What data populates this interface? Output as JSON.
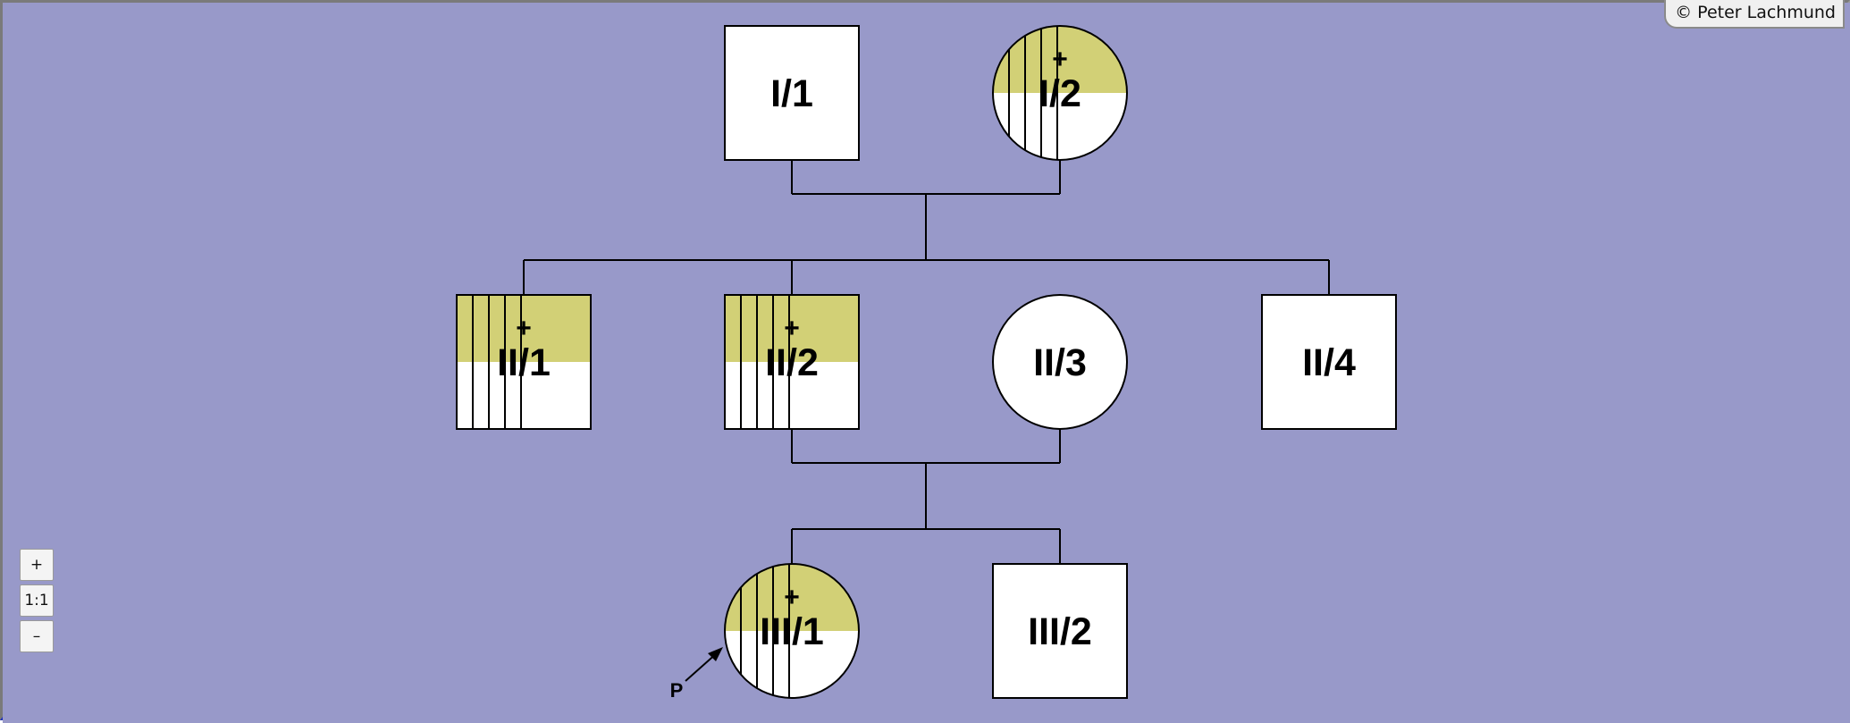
{
  "copyright": "© Peter Lachmund",
  "zoom": {
    "zoom_in": "+",
    "reset": "1:1",
    "zoom_out": "–"
  },
  "colors": {
    "background": "#9899c9",
    "affected_fill": "#d2d076",
    "unaffected_fill": "#ffffff",
    "line": "#000000"
  },
  "pedigree": {
    "individuals": [
      {
        "id": "I/1",
        "sex": "male",
        "generation": 1,
        "affected": false,
        "deceased": false,
        "stripes": 0,
        "proband": false
      },
      {
        "id": "I/2",
        "sex": "female",
        "generation": 1,
        "affected": true,
        "deceased": true,
        "stripes": 4,
        "proband": false
      },
      {
        "id": "II/1",
        "sex": "male",
        "generation": 2,
        "affected": true,
        "deceased": true,
        "stripes": 4,
        "proband": false
      },
      {
        "id": "II/2",
        "sex": "male",
        "generation": 2,
        "affected": true,
        "deceased": true,
        "stripes": 4,
        "proband": false
      },
      {
        "id": "II/3",
        "sex": "female",
        "generation": 2,
        "affected": false,
        "deceased": false,
        "stripes": 0,
        "proband": false
      },
      {
        "id": "II/4",
        "sex": "male",
        "generation": 2,
        "affected": false,
        "deceased": false,
        "stripes": 0,
        "proband": false
      },
      {
        "id": "III/1",
        "sex": "female",
        "generation": 3,
        "affected": true,
        "deceased": true,
        "stripes": 4,
        "proband": true
      },
      {
        "id": "III/2",
        "sex": "male",
        "generation": 3,
        "affected": false,
        "deceased": false,
        "stripes": 0,
        "proband": false
      }
    ],
    "couples": [
      {
        "partners": [
          "I/1",
          "I/2"
        ],
        "children": [
          "II/1",
          "II/2",
          "II/4"
        ]
      },
      {
        "partners": [
          "II/2",
          "II/3"
        ],
        "children": [
          "III/1",
          "III/2"
        ]
      }
    ],
    "deceased_marker": "+",
    "proband_marker": "P"
  }
}
